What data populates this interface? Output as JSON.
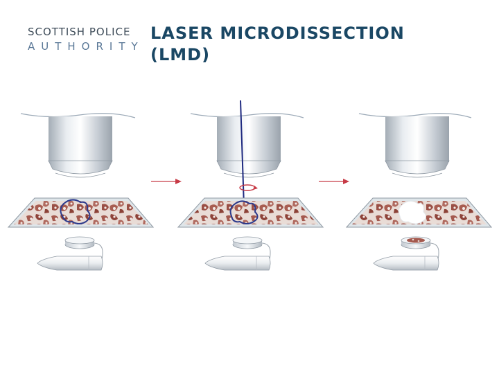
{
  "logo": {
    "line1": "SCOTTISH POLICE",
    "line2": "AUTHORITY"
  },
  "title": {
    "line1": "LASER MICRODISSECTION",
    "line2": "(LMD)"
  },
  "colors": {
    "title": "#1a4764",
    "logo_dark": "#3d4b58",
    "logo_light": "#5a7897",
    "arrow": "#c73a46",
    "laser": "#1f2a80",
    "tissue": "#a4594e",
    "outline": "#2c3a8c"
  },
  "diagram": {
    "stages": [
      {
        "name": "select-region",
        "laser": false,
        "cut": false,
        "cap_has_tissue": false
      },
      {
        "name": "laser-cut",
        "laser": true,
        "cut": false,
        "cap_has_tissue": false
      },
      {
        "name": "collect",
        "laser": false,
        "cut": true,
        "cap_has_tissue": true
      }
    ]
  }
}
